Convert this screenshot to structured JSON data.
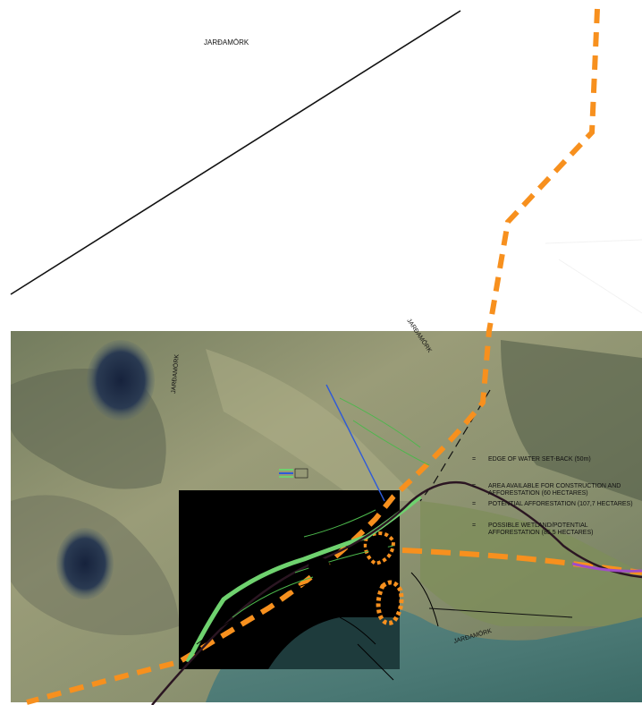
{
  "map": {
    "boundary_labels": {
      "top": "JARÐAMÖRK",
      "diagonal": "JARÐAMÖRK",
      "vertical": "JARÐAMÖRK",
      "shore": "JARÐAMÖRK"
    },
    "legend": {
      "items": [
        {
          "text": "EDGE OF WATER SET-BACK (50m)"
        },
        {
          "text_line1": "AREA AVAILABLE FOR CONSTRUCTION AND",
          "text_line2": "AFFORESTATION (60 HECTARES)"
        },
        {
          "text": "POTENTIAL AFFORESTATION (107,7 HECTARES)"
        },
        {
          "text_line1": "POSSIBLE WETLAND/POTENTIAL",
          "text_line2": "AFFORESTATION (85,5 HECTARES)"
        }
      ],
      "bullet": "="
    },
    "colors": {
      "boundary_orange": "#f7901e",
      "road_green": "#6fd26f",
      "road_dark": "#2b1622",
      "boundary_black": "#111111",
      "setback_blue": "#2f5bd8",
      "terrain_base": "#8a8f6a",
      "water": "#4f7f7a",
      "dark_basin": "#1b2a44",
      "purple_line": "#a04dc8"
    }
  }
}
